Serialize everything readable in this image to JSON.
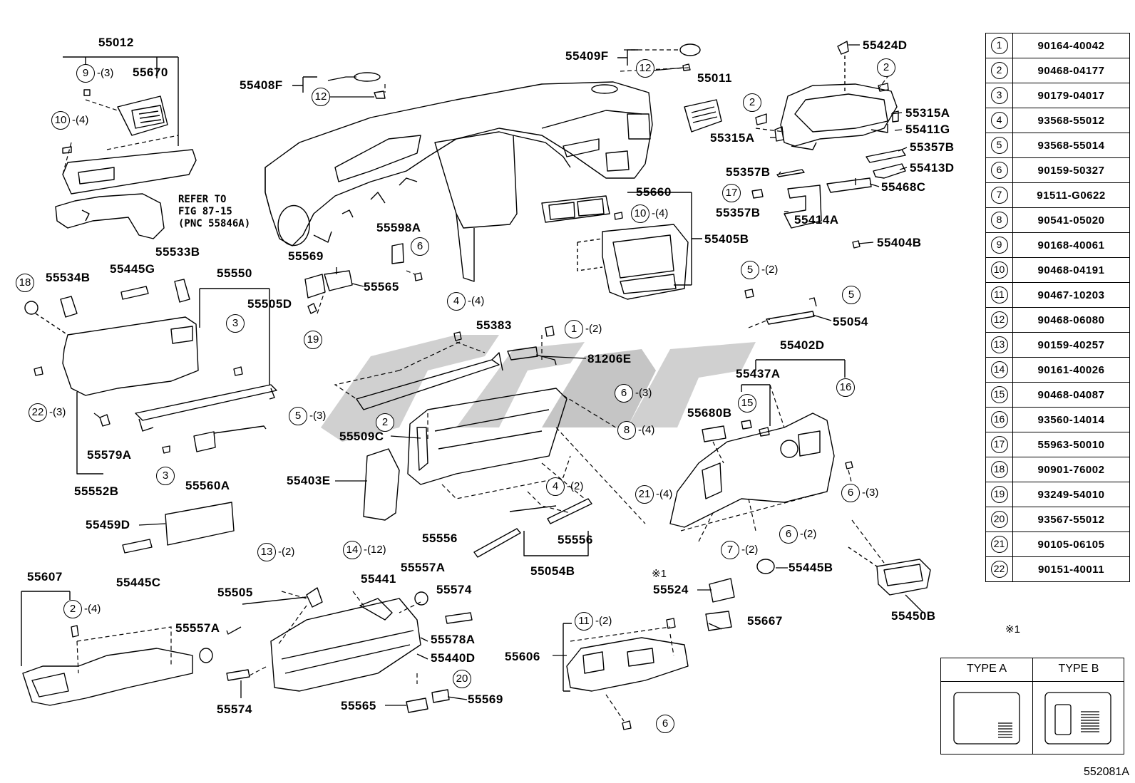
{
  "figure_code": "552081A",
  "refer_note": "REFER TO\nFIG 87-15\n(PNC 55846A)",
  "note_mark": "※1",
  "type_box": {
    "note_mark": "※1",
    "type_a": "TYPE A",
    "type_b": "TYPE B"
  },
  "reference_table": [
    {
      "idx": "1",
      "part": "90164-40042"
    },
    {
      "idx": "2",
      "part": "90468-04177"
    },
    {
      "idx": "3",
      "part": "90179-04017"
    },
    {
      "idx": "4",
      "part": "93568-55012"
    },
    {
      "idx": "5",
      "part": "93568-55014"
    },
    {
      "idx": "6",
      "part": "90159-50327"
    },
    {
      "idx": "7",
      "part": "91511-G0622"
    },
    {
      "idx": "8",
      "part": "90541-05020"
    },
    {
      "idx": "9",
      "part": "90168-40061"
    },
    {
      "idx": "10",
      "part": "90468-04191"
    },
    {
      "idx": "11",
      "part": "90467-10203"
    },
    {
      "idx": "12",
      "part": "90468-06080"
    },
    {
      "idx": "13",
      "part": "90159-40257"
    },
    {
      "idx": "14",
      "part": "90161-40026"
    },
    {
      "idx": "15",
      "part": "90468-04087"
    },
    {
      "idx": "16",
      "part": "93560-14014"
    },
    {
      "idx": "17",
      "part": "55963-50010"
    },
    {
      "idx": "18",
      "part": "90901-76002"
    },
    {
      "idx": "19",
      "part": "93249-54010"
    },
    {
      "idx": "20",
      "part": "93567-55012"
    },
    {
      "idx": "21",
      "part": "90105-06105"
    },
    {
      "idx": "22",
      "part": "90151-40011"
    }
  ],
  "part_labels": {
    "p55012": "55012",
    "p55670": "55670",
    "p55408F": "55408F",
    "p55409F": "55409F",
    "p55011": "55011",
    "p55424D": "55424D",
    "p55315A_r": "55315A",
    "p55315A_l": "55315A",
    "p55411G": "55411G",
    "p55357B_r": "55357B",
    "p55413D": "55413D",
    "p55357B_l": "55357B",
    "p55468C": "55468C",
    "p55357B_b": "55357B",
    "p55414A": "55414A",
    "p55404B": "55404B",
    "p55660": "55660",
    "p55405B": "55405B",
    "p55598A": "55598A",
    "p55569_t": "55569",
    "p55565_t": "55565",
    "p55505D": "55505D",
    "p55533B": "55533B",
    "p55534B": "55534B",
    "p55445G": "55445G",
    "p55550": "55550",
    "p55383": "55383",
    "p81206E": "81206E",
    "p55054": "55054",
    "p55402D": "55402D",
    "p55437A": "55437A",
    "p55680B": "55680B",
    "p55509C": "55509C",
    "p55403E": "55403E",
    "p55579A": "55579A",
    "p55552B": "55552B",
    "p55560A": "55560A",
    "p55459D": "55459D",
    "p55445C": "55445C",
    "p55556_l": "55556",
    "p55556_r": "55556",
    "p55054B": "55054B",
    "p55607": "55607",
    "p55505": "55505",
    "p55441": "55441",
    "p55557A_r": "55557A",
    "p55574_r": "55574",
    "p55557A_l": "55557A",
    "p55578A": "55578A",
    "p55440D": "55440D",
    "p55574_l": "55574",
    "p55565_b": "55565",
    "p55569_b": "55569",
    "p55524": "55524",
    "p55667": "55667",
    "p55445B": "55445B",
    "p55450B": "55450B",
    "p55606": "55606"
  },
  "bubbles": {
    "b9": "9",
    "b10a": "10",
    "b12a": "12",
    "b12b": "12",
    "b2a": "2",
    "b2b": "2",
    "b17": "17",
    "b10b": "10",
    "b6a": "6",
    "b18": "18",
    "b3a": "3",
    "b19": "19",
    "b4a": "4",
    "b1": "1",
    "b5a": "5",
    "b5b": "5",
    "b6b": "6",
    "b22": "22",
    "b5c": "5",
    "b2c": "2",
    "b8": "8",
    "b3b": "3",
    "b15": "15",
    "b16": "16",
    "b4b": "4",
    "b21": "21",
    "b6c": "6",
    "b6d": "6",
    "b7": "7",
    "b2d": "2",
    "b13": "13",
    "b14": "14",
    "b20": "20",
    "b11": "11",
    "b6e": "6"
  },
  "quantities": {
    "q9": "-(3)",
    "q10a": "-(4)",
    "q10b": "-(4)",
    "q5a": "-(2)",
    "q4a": "-(4)",
    "q1": "-(2)",
    "q6b": "-(3)",
    "q22": "-(3)",
    "q5c": "-(3)",
    "q8": "-(4)",
    "q4b": "-(2)",
    "q21": "-(4)",
    "q6c": "-(3)",
    "q6d": "-(2)",
    "q7": "-(2)",
    "q2d": "-(4)",
    "q13": "-(2)",
    "q14": "-(12)",
    "q11": "-(2)"
  }
}
